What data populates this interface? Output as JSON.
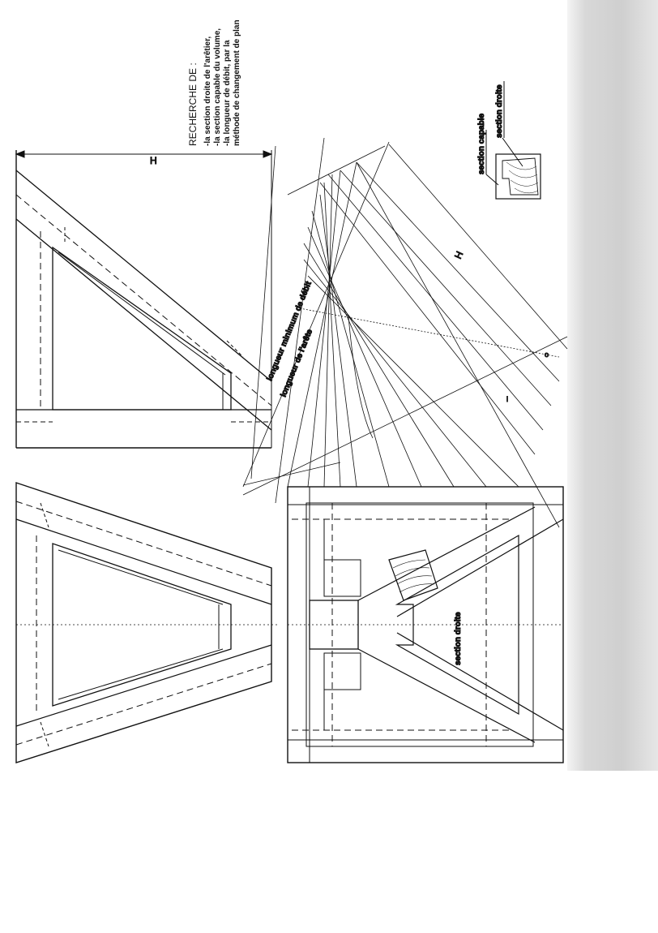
{
  "heading": {
    "title": "RECHERCHE DE :",
    "lines": [
      "-la section droite de l'arêtier,",
      "-la section capable du volume,",
      "-la longueur de débit, par la",
      "méthode de changement de plan"
    ]
  },
  "labels": {
    "h_left": "H",
    "h_right": "H",
    "longueur_debit": "longueur minimum de débit",
    "longueur_arete": "longueur de l'arête",
    "section_droite_plan": "section droite",
    "section_capable": "section capable",
    "section_droite_detail": "section droite",
    "point_o": "o",
    "point_l": "l"
  }
}
